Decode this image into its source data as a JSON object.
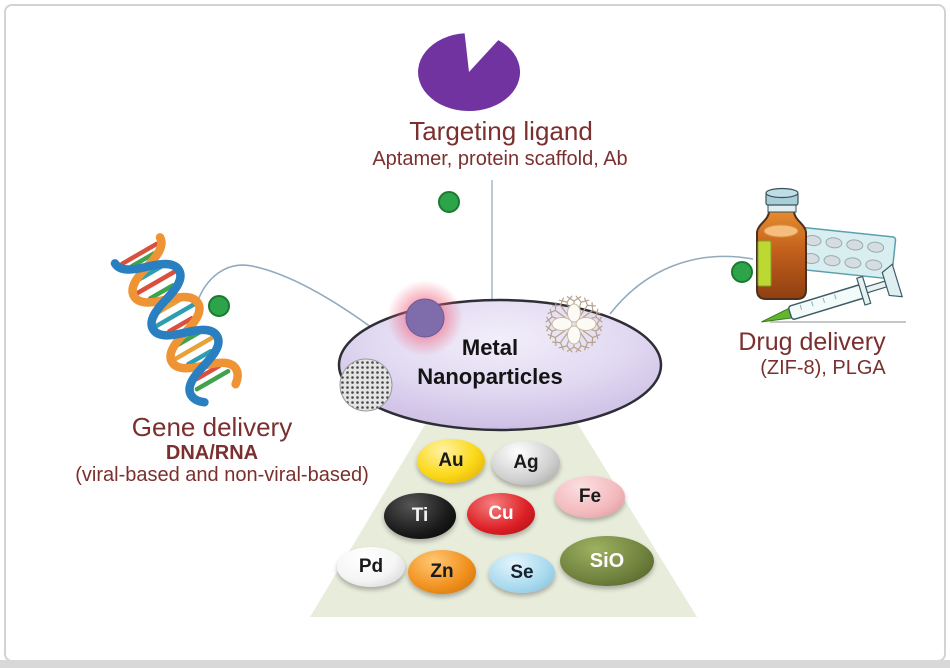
{
  "figure": {
    "center": {
      "line1": "Metal",
      "line2": "Nanoparticles"
    },
    "targeting": {
      "title": "Targeting ligand",
      "subtitle": "Aptamer, protein scaffold, Ab"
    },
    "gene": {
      "title": "Gene delivery",
      "subtitle": "DNA/RNA",
      "note": "(viral-based and non-viral-based)"
    },
    "drug": {
      "title": "Drug delivery",
      "subtitle": "(ZIF-8), PLGA"
    },
    "metals": [
      {
        "symbol": "Au",
        "color": "#fbd818"
      },
      {
        "symbol": "Ag",
        "color": "#cfcfcf"
      },
      {
        "symbol": "Fe",
        "color": "#f3b9bd"
      },
      {
        "symbol": "Ti",
        "color": "#1a1a1a"
      },
      {
        "symbol": "Cu",
        "color": "#dd2026"
      },
      {
        "symbol": "Pd",
        "color": "#f5f5f5"
      },
      {
        "symbol": "Zn",
        "color": "#f1901d"
      },
      {
        "symbol": "Se",
        "color": "#a7d9ee"
      },
      {
        "symbol": "SiO",
        "color": "#6f813d"
      }
    ],
    "icons": {
      "targeting_ligand": "pacman-wedge-icon",
      "gene_delivery": "dna-helix-icon",
      "drug_delivery": "medicine-bottle-blister-syringe-icon",
      "nanoparticle_left": "mesoporous-nanoparticle-icon",
      "nanoparticle_top": "polymer-nanoparticle-icon",
      "nanoparticle_right": "dendrimer-icon",
      "connector_marker": "green-dot-icon"
    },
    "colors": {
      "label_text": "#7b2f2e",
      "ligand_purple": "#7033a0",
      "connector_green": "#2da44a",
      "connector_line": "#93aabc",
      "ellipse_fill": "#d9cdEE",
      "pyramid_fill": "#e8ecdb"
    }
  }
}
